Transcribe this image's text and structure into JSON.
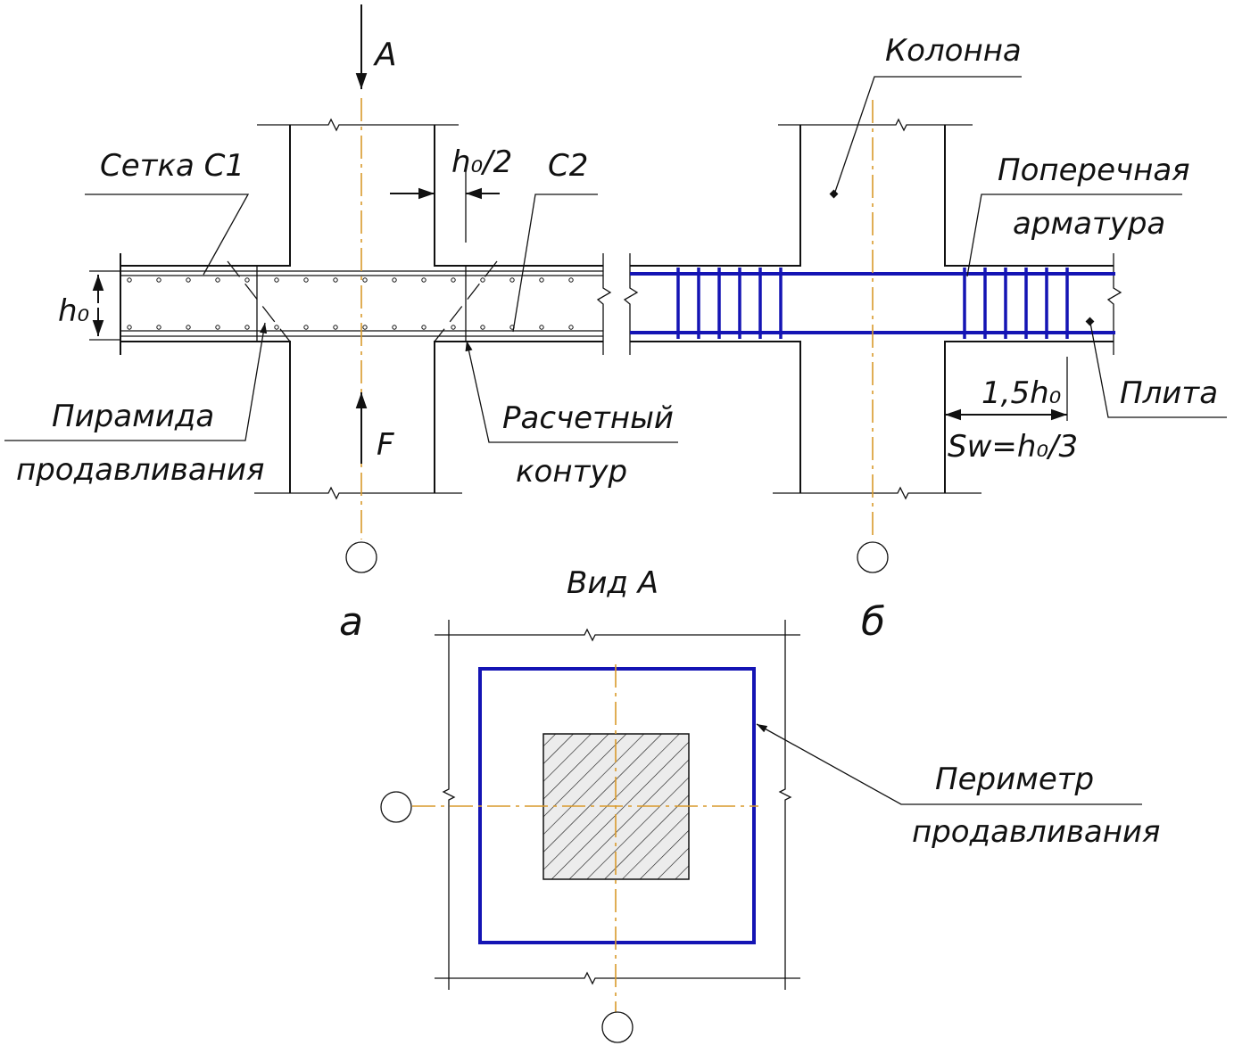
{
  "labels": {
    "section_arrow": "A",
    "mesh_c1": "Сетка С1",
    "dim_half": "h₀/2",
    "mesh_c2": "С2",
    "h0_left": "h₀",
    "pyramid_1": "Пирамида",
    "pyramid_2": "продавливания",
    "force": "F",
    "contour_1": "Расчетный",
    "contour_2": "контур",
    "column": "Колонна",
    "transverse_1": "Поперечная",
    "transverse_2": "арматура",
    "dim_15": "1,5h₀",
    "spacing": "Sw=h₀/3",
    "slab": "Плита",
    "view_a": "Вид А",
    "fig_a": "а",
    "fig_b": "б",
    "perimeter_1": "Периметр",
    "perimeter_2": "продавливания"
  },
  "colors": {
    "line": "#111111",
    "axis": "#d99a2b",
    "reinforcement": "#1414b4",
    "hatch_fill": "#ececec"
  }
}
